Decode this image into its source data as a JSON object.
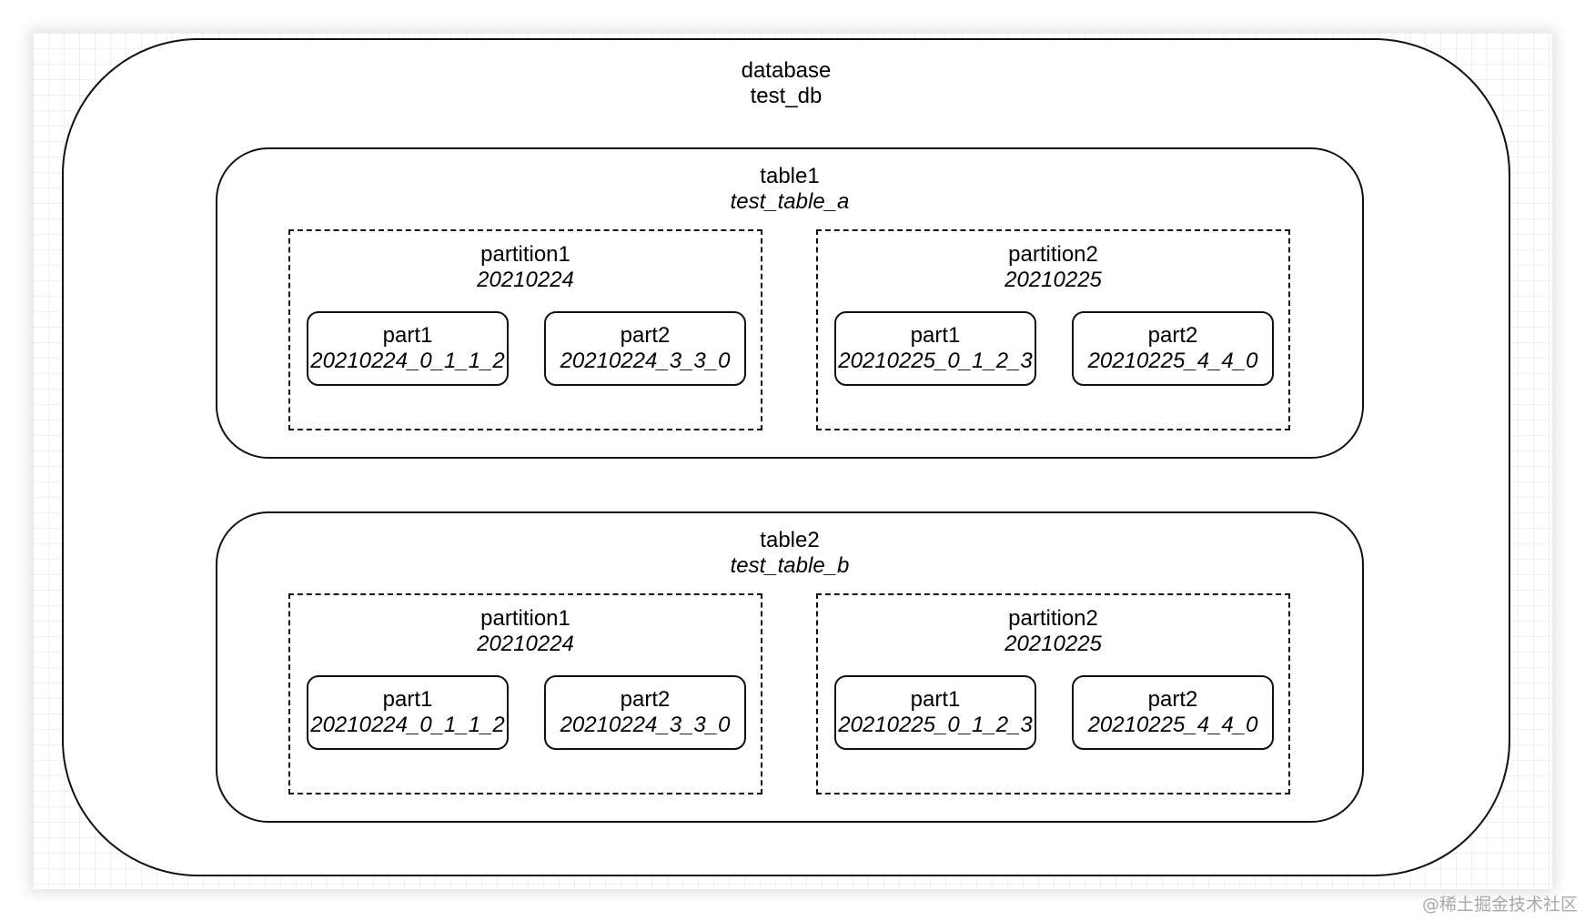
{
  "database": {
    "label": "database",
    "name": "test_db"
  },
  "tables": [
    {
      "label": "table1",
      "name": "test_table_a",
      "partitions": [
        {
          "label": "partition1",
          "name": "20210224",
          "parts": [
            {
              "label": "part1",
              "name": "20210224_0_1_1_2"
            },
            {
              "label": "part2",
              "name": "20210224_3_3_0"
            }
          ]
        },
        {
          "label": "partition2",
          "name": "20210225",
          "parts": [
            {
              "label": "part1",
              "name": "20210225_0_1_2_3"
            },
            {
              "label": "part2",
              "name": "20210225_4_4_0"
            }
          ]
        }
      ]
    },
    {
      "label": "table2",
      "name": "test_table_b",
      "partitions": [
        {
          "label": "partition1",
          "name": "20210224",
          "parts": [
            {
              "label": "part1",
              "name": "20210224_0_1_1_2"
            },
            {
              "label": "part2",
              "name": "20210224_3_3_0"
            }
          ]
        },
        {
          "label": "partition2",
          "name": "20210225",
          "parts": [
            {
              "label": "part1",
              "name": "20210225_0_1_2_3"
            },
            {
              "label": "part2",
              "name": "20210225_4_4_0"
            }
          ]
        }
      ]
    }
  ],
  "watermark": "@稀土掘金技术社区"
}
